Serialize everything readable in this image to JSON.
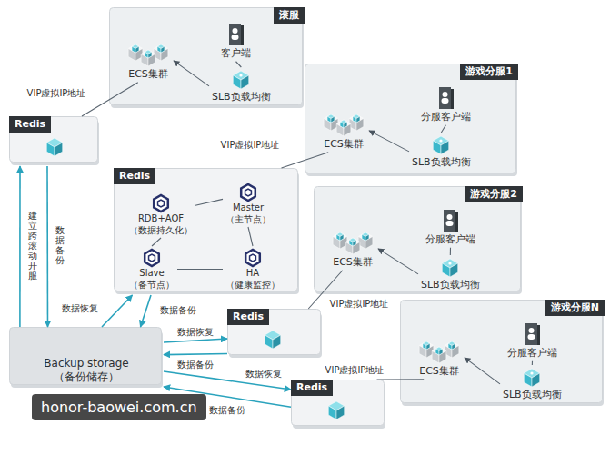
{
  "diagram": {
    "nodes": [
      {
        "text": [
          "滚服"
        ]
      },
      {
        "text": [
          "客户端"
        ],
        "in": 0
      },
      {
        "text": [
          "SLB负载均衡"
        ],
        "in": 0
      },
      {
        "text": [
          "ECS集群"
        ],
        "in": 0
      },
      {
        "text": [
          "游戏分服1"
        ]
      },
      {
        "text": [
          "分服客户端"
        ],
        "in": 4
      },
      {
        "text": [
          "SLB负载均衡"
        ],
        "in": 4
      },
      {
        "text": [
          "ECS集群"
        ],
        "in": 4
      },
      {
        "text": [
          "游戏分服2"
        ]
      },
      {
        "text": [
          "分服客户端"
        ],
        "in": 8
      },
      {
        "text": [
          "SLB负载均衡"
        ],
        "in": 8
      },
      {
        "text": [
          "ECS集群"
        ],
        "in": 8
      },
      {
        "text": [
          "游戏分服N"
        ]
      },
      {
        "text": [
          "分服客户端"
        ],
        "in": 12
      },
      {
        "text": [
          "SLB负载均衡"
        ],
        "in": 12
      },
      {
        "text": [
          "ECS集群"
        ],
        "in": 12
      },
      {
        "text": [
          "Redis"
        ]
      },
      {
        "text": [
          "Redis"
        ]
      },
      {
        "text": [
          "RDB+AOF （数据持久化）"
        ],
        "in": 17
      },
      {
        "text": [
          "Master （主节点）"
        ],
        "in": 17
      },
      {
        "text": [
          "Slave （备节点）"
        ],
        "in": 17
      },
      {
        "text": [
          "HA （健康监控）"
        ],
        "in": 17
      },
      {
        "text": [
          "Redis"
        ]
      },
      {
        "text": [
          "Redis"
        ]
      },
      {
        "text": [
          "Backup storage （备份储存）"
        ]
      }
    ],
    "edges": [
      {
        "from": 1,
        "to": 2,
        "arrow": "none"
      },
      {
        "from": 2,
        "to": 3,
        "arrow": "to"
      },
      {
        "from": 3,
        "to": 16,
        "label": "VIP虚拟IP地址",
        "arrow": "none"
      },
      {
        "from": 5,
        "to": 6,
        "arrow": "none"
      },
      {
        "from": 6,
        "to": 7,
        "arrow": "to"
      },
      {
        "from": 7,
        "to": 17,
        "label": "VIP虚拟IP地址",
        "arrow": "none"
      },
      {
        "from": 9,
        "to": 10,
        "arrow": "none"
      },
      {
        "from": 10,
        "to": 11,
        "arrow": "to"
      },
      {
        "from": 11,
        "to": 22,
        "label": "VIP虚拟IP地址",
        "arrow": "none"
      },
      {
        "from": 13,
        "to": 14,
        "arrow": "none"
      },
      {
        "from": 14,
        "to": 15,
        "arrow": "to"
      },
      {
        "from": 15,
        "to": 23,
        "label": "VIP虚拟IP地址",
        "arrow": "none"
      },
      {
        "from": 18,
        "to": 19,
        "arrow": "none"
      },
      {
        "from": 19,
        "to": 21,
        "arrow": "none"
      },
      {
        "from": 21,
        "to": 20,
        "arrow": "none"
      },
      {
        "from": 20,
        "to": 18,
        "arrow": "none"
      },
      {
        "from": 24,
        "to": 16,
        "label": "建立跨滚动开服",
        "arrow": "to"
      },
      {
        "from": 16,
        "to": 24,
        "label": "数据备份",
        "arrow": "to"
      },
      {
        "from": 24,
        "to": 17,
        "label": "数据恢复",
        "arrow": "to"
      },
      {
        "from": 17,
        "to": 24,
        "label": "数据备份",
        "arrow": "to"
      },
      {
        "from": 24,
        "to": 22,
        "label": "数据恢复",
        "arrow": "to"
      },
      {
        "from": 22,
        "to": 24,
        "label": "数据备份",
        "arrow": "to"
      },
      {
        "from": 24,
        "to": 23,
        "label": "数据恢复",
        "arrow": "to"
      },
      {
        "from": 23,
        "to": 24,
        "label": "数据备份",
        "arrow": "to"
      }
    ],
    "labels": [
      "honor-baowei.com.cn"
    ]
  }
}
